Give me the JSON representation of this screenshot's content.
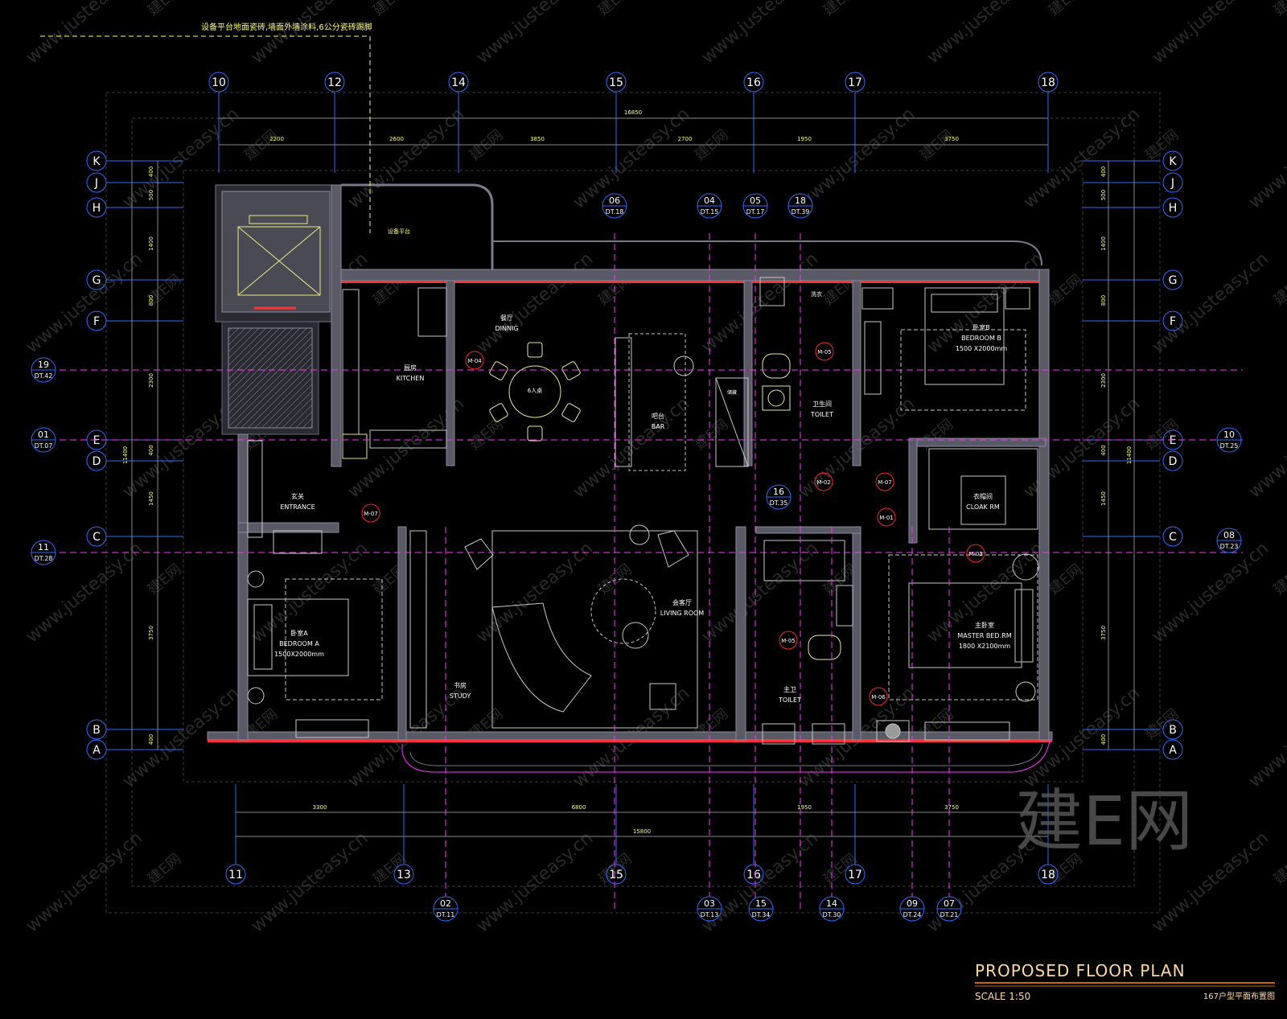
{
  "note_top": "设备平台地面瓷砖,墙面外墙涂料,6公分瓷砖踢脚",
  "platform_label": "设备平台",
  "grid_top": [
    "10",
    "12",
    "14",
    "15",
    "16",
    "17",
    "18"
  ],
  "grid_bottom": [
    "11",
    "13",
    "15",
    "16",
    "17",
    "18"
  ],
  "grid_rows": [
    "K",
    "J",
    "H",
    "G",
    "F",
    "E",
    "D",
    "C",
    "B",
    "A"
  ],
  "dims_top_total": "16850",
  "dims_top": [
    "2200",
    "2600",
    "3850",
    "2700",
    "1950",
    "3750"
  ],
  "dims_bottom": [
    "3300",
    "6800",
    "1950",
    "3750"
  ],
  "dims_bottom_total": "15800",
  "dims_left": [
    "400",
    "500",
    "1400",
    "800",
    "2300",
    "400",
    "1450",
    "3750",
    "400"
  ],
  "dims_left_total": "11400",
  "dims_right": [
    "400",
    "500",
    "1400",
    "800",
    "2300",
    "400",
    "1450",
    "3750",
    "400"
  ],
  "dims_right_total": "11400",
  "section_markers_top": [
    {
      "num": "06",
      "ref": "DT.18"
    },
    {
      "num": "04",
      "ref": "DT.15"
    },
    {
      "num": "05",
      "ref": "DT.17"
    },
    {
      "num": "18",
      "ref": "DT.39"
    }
  ],
  "section_markers_left": [
    {
      "num": "19",
      "ref": "DT.42"
    },
    {
      "num": "01",
      "ref": "DT.07"
    },
    {
      "num": "11",
      "ref": "DT.28"
    }
  ],
  "section_markers_right": [
    {
      "num": "10",
      "ref": "DT.25"
    },
    {
      "num": "08",
      "ref": "DT.23"
    }
  ],
  "section_marker_mid": {
    "num": "16",
    "ref": "DT.35"
  },
  "section_markers_bottom": [
    {
      "num": "02",
      "ref": "DT.11"
    },
    {
      "num": "03",
      "ref": "DT.13"
    },
    {
      "num": "15",
      "ref": "DT.34"
    },
    {
      "num": "14",
      "ref": "DT.30"
    },
    {
      "num": "09",
      "ref": "DT.24"
    },
    {
      "num": "07",
      "ref": "DT.21"
    }
  ],
  "rooms": {
    "kitchen_cn": "厨房",
    "kitchen": "KITCHEN",
    "dining_cn": "餐厅",
    "dining": "DINNIG",
    "table": "6人桌",
    "bar_cn": "吧台",
    "bar": "BAR",
    "store_cn": "储藏",
    "washroom_cn": "洗衣",
    "toilet1_cn": "卫生间",
    "toilet1": "TOILET",
    "bedroom_b_cn": "卧室B",
    "bedroom_b": "BEDROOM B",
    "bedroom_b_size": "1500 X2000mm",
    "entrance_cn": "玄关",
    "entrance": "ENTRANCE",
    "cloak_cn": "衣帽间",
    "cloak": "CLOAK RM",
    "living_cn": "会客厅",
    "living": "LIVING ROOM",
    "study_cn": "书房",
    "study": "STUDY",
    "bedroom_a_cn": "卧室A",
    "bedroom_a": "BEDROOM A",
    "bedroom_a_size": "1500X2000mm",
    "toilet2_cn": "主卫",
    "toilet2": "TOILET",
    "master_cn": "主卧室",
    "master": "MASTER BED.RM",
    "master_size": "1800 X2100mm"
  },
  "door_tags": [
    "M-04",
    "M-05",
    "M-02",
    "M-07",
    "M-01",
    "M-03",
    "M-07",
    "M-05",
    "M-06"
  ],
  "title": "PROPOSED FLOOR PLAN",
  "scale": "SCALE 1:50",
  "subtitle": "167户型平面布置图",
  "watermark_brand": "建E网",
  "watermark_url": "www.justeasy.cn",
  "colors": {
    "grid": "#2f6bff",
    "section": "#ff33ff",
    "wall": "#6b6b7a",
    "furniture": "#e8e8a0",
    "door_tag": "#ff2222",
    "dim": "#ffff66",
    "text": "#ffffff"
  }
}
